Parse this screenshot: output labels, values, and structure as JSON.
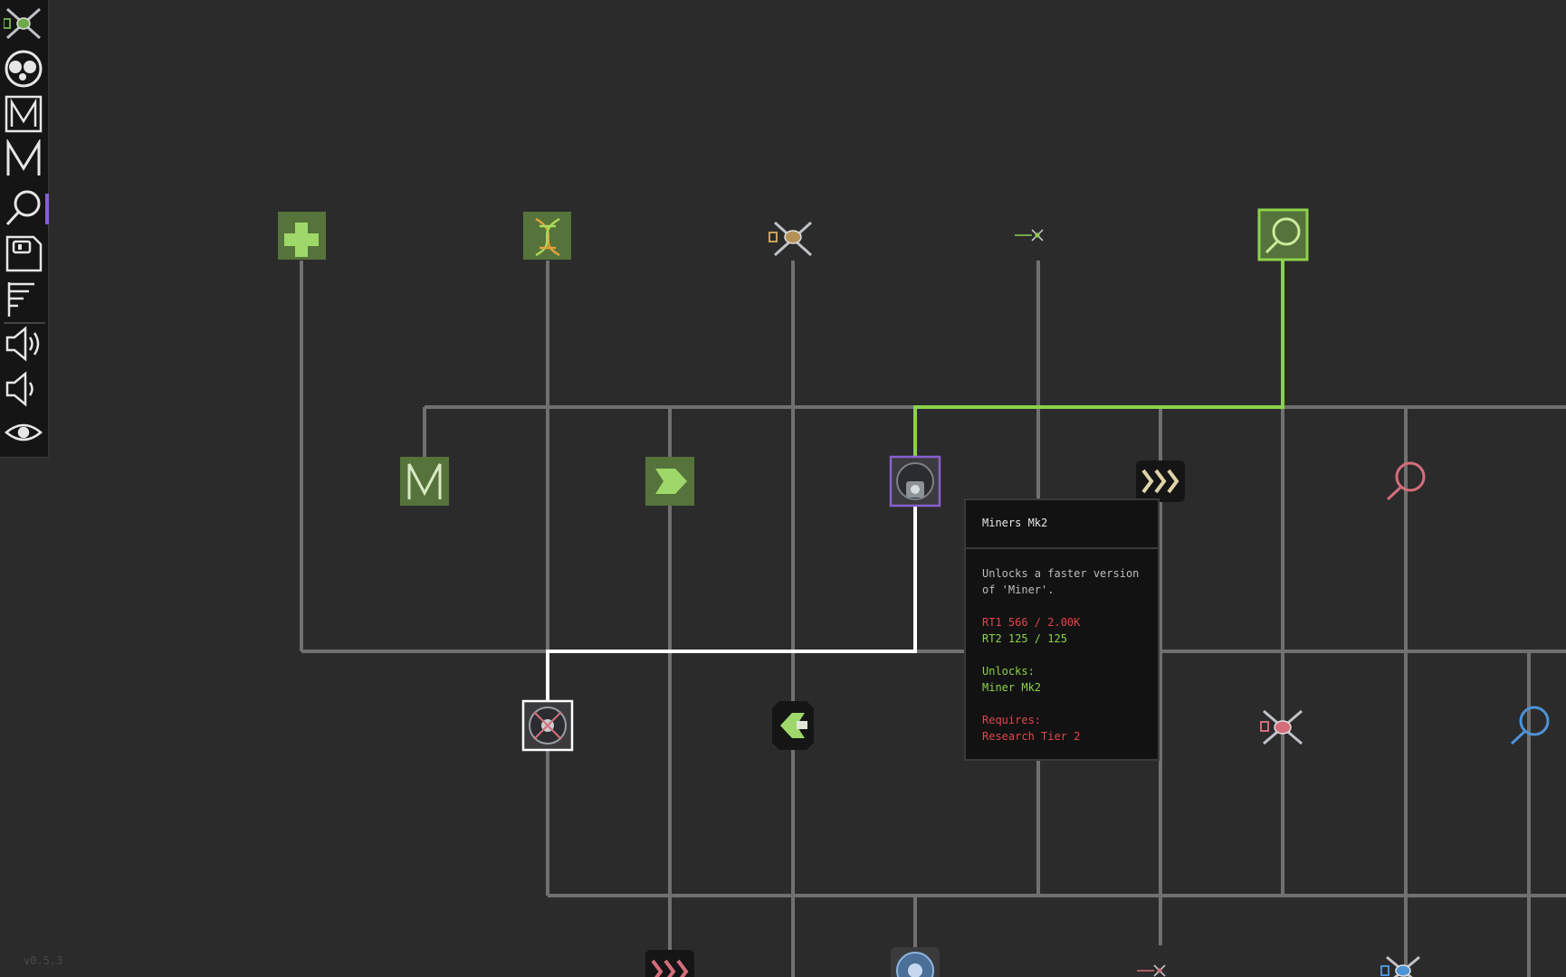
{
  "version": "v0.5.3",
  "colors": {
    "line": "#707070",
    "active_path": "#8bd24a",
    "selected_path": "#ffffff",
    "node_green": "#55733a",
    "selected_border": "#8a5fd1"
  },
  "sidebar": {
    "items": [
      {
        "name": "drone-icon"
      },
      {
        "name": "face-icon"
      },
      {
        "name": "boxed-m-icon"
      },
      {
        "name": "m-icon"
      },
      {
        "name": "magnifier-icon"
      },
      {
        "name": "save-disk-icon"
      },
      {
        "name": "tree-list-icon"
      },
      {
        "name": "speaker-loud-icon"
      },
      {
        "name": "speaker-quiet-icon"
      },
      {
        "name": "eye-icon"
      }
    ]
  },
  "tooltip": {
    "title": "Miners Mk2",
    "description": "Unlocks a faster version of 'Miner'.",
    "rt1": "RT1 566 / 2.00K",
    "rt2": "RT2 125 / 125",
    "unlocks_label": "Unlocks:",
    "unlocks_value": "Miner Mk2",
    "requires_label": "Requires:",
    "requires_value": "Research Tier 2"
  },
  "nodes": [
    {
      "name": "health-cross-icon"
    },
    {
      "name": "dna-helix-icon"
    },
    {
      "name": "drone-icon"
    },
    {
      "name": "small-drone-icon"
    },
    {
      "name": "research-magnifier-icon"
    },
    {
      "name": "m-letter-icon"
    },
    {
      "name": "arrow-right-icon"
    },
    {
      "name": "miner-mk2-icon"
    },
    {
      "name": "chevrons-icon"
    },
    {
      "name": "pink-magnifier-icon"
    },
    {
      "name": "miner-selected-icon"
    },
    {
      "name": "arrow-left-icon"
    },
    {
      "name": "pink-drone-icon"
    },
    {
      "name": "blue-magnifier-icon"
    },
    {
      "name": "pink-chevrons-icon"
    },
    {
      "name": "blue-miner-icon"
    },
    {
      "name": "pink-small-drone-icon"
    },
    {
      "name": "blue-drone-icon"
    }
  ]
}
